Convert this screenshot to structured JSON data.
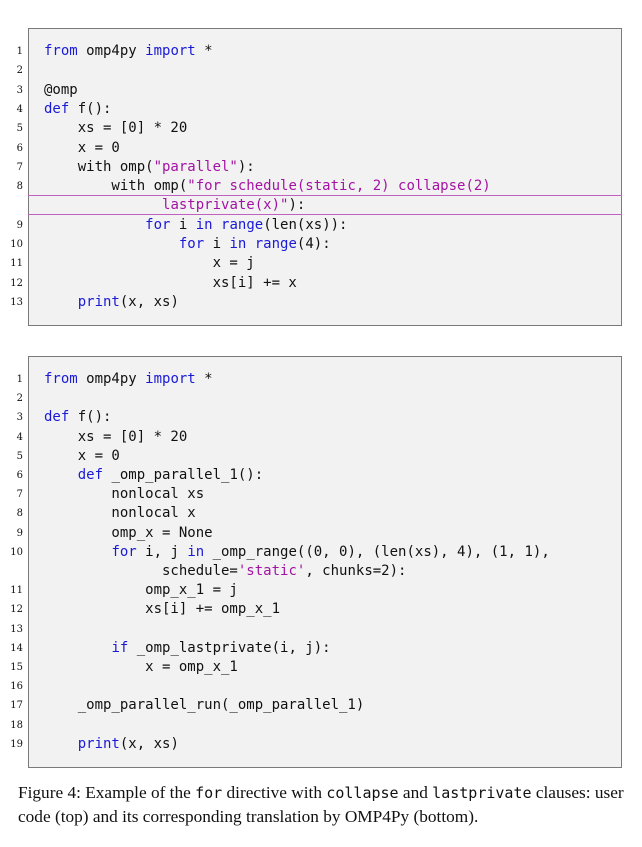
{
  "top_listing": {
    "lines": [
      {
        "n": "1",
        "code": [
          {
            "t": "from",
            "c": "kw"
          },
          {
            "t": " omp4py "
          },
          {
            "t": "import",
            "c": "kw"
          },
          {
            "t": " *"
          }
        ]
      },
      {
        "n": "2",
        "code": []
      },
      {
        "n": "3",
        "code": [
          {
            "t": "@omp"
          }
        ]
      },
      {
        "n": "4",
        "code": [
          {
            "t": "def",
            "c": "kw"
          },
          {
            "t": " f():"
          }
        ]
      },
      {
        "n": "5",
        "code": [
          {
            "t": "    xs = [0] * 20"
          }
        ]
      },
      {
        "n": "6",
        "code": [
          {
            "t": "    x = 0"
          }
        ]
      },
      {
        "n": "7",
        "code": [
          {
            "t": "    with omp("
          },
          {
            "t": "\"parallel\"",
            "c": "str"
          },
          {
            "t": "):"
          }
        ]
      },
      {
        "n": "8",
        "code": [
          {
            "t": "        with omp("
          },
          {
            "t": "\"for schedule(static, 2) collapse(2)",
            "c": "str"
          }
        ]
      },
      {
        "n": "",
        "code": [
          {
            "t": "              "
          },
          {
            "t": "lastprivate(x)\"",
            "c": "str"
          },
          {
            "t": "):"
          }
        ]
      },
      {
        "n": "9",
        "code": [
          {
            "t": "            "
          },
          {
            "t": "for",
            "c": "kw"
          },
          {
            "t": " i "
          },
          {
            "t": "in",
            "c": "kw"
          },
          {
            "t": " "
          },
          {
            "t": "range",
            "c": "kw"
          },
          {
            "t": "(len(xs)):"
          }
        ]
      },
      {
        "n": "10",
        "code": [
          {
            "t": "                "
          },
          {
            "t": "for",
            "c": "kw"
          },
          {
            "t": " i "
          },
          {
            "t": "in",
            "c": "kw"
          },
          {
            "t": " "
          },
          {
            "t": "range",
            "c": "kw"
          },
          {
            "t": "(4):"
          }
        ]
      },
      {
        "n": "11",
        "code": [
          {
            "t": "                    x = j"
          }
        ]
      },
      {
        "n": "12",
        "code": [
          {
            "t": "                    xs[i] += x"
          }
        ]
      },
      {
        "n": "13",
        "code": [
          {
            "t": "    "
          },
          {
            "t": "print",
            "c": "kw"
          },
          {
            "t": "(x, xs)"
          }
        ]
      }
    ]
  },
  "bottom_listing": {
    "lines": [
      {
        "n": "1",
        "code": [
          {
            "t": "from",
            "c": "kw"
          },
          {
            "t": " omp4py "
          },
          {
            "t": "import",
            "c": "kw"
          },
          {
            "t": " *"
          }
        ]
      },
      {
        "n": "2",
        "code": []
      },
      {
        "n": "3",
        "code": [
          {
            "t": "def",
            "c": "kw"
          },
          {
            "t": " f():"
          }
        ]
      },
      {
        "n": "4",
        "code": [
          {
            "t": "    xs = [0] * 20"
          }
        ]
      },
      {
        "n": "5",
        "code": [
          {
            "t": "    x = 0"
          }
        ]
      },
      {
        "n": "6",
        "code": [
          {
            "t": "    "
          },
          {
            "t": "def",
            "c": "kw"
          },
          {
            "t": " _omp_parallel_1():"
          }
        ]
      },
      {
        "n": "7",
        "code": [
          {
            "t": "        nonlocal xs"
          }
        ]
      },
      {
        "n": "8",
        "code": [
          {
            "t": "        nonlocal x"
          }
        ]
      },
      {
        "n": "9",
        "code": [
          {
            "t": "        omp_x = None"
          }
        ]
      },
      {
        "n": "10",
        "code": [
          {
            "t": "        "
          },
          {
            "t": "for",
            "c": "kw"
          },
          {
            "t": " i, j "
          },
          {
            "t": "in",
            "c": "kw"
          },
          {
            "t": " _omp_range((0, 0), (len(xs), 4), (1, 1),"
          }
        ]
      },
      {
        "n": "",
        "code": [
          {
            "t": "              schedule="
          },
          {
            "t": "'static'",
            "c": "str"
          },
          {
            "t": ", chunks=2):"
          }
        ]
      },
      {
        "n": "11",
        "code": [
          {
            "t": "            omp_x_1 = j"
          }
        ]
      },
      {
        "n": "12",
        "code": [
          {
            "t": "            xs[i] += omp_x_1"
          }
        ]
      },
      {
        "n": "13",
        "code": []
      },
      {
        "n": "14",
        "code": [
          {
            "t": "        "
          },
          {
            "t": "if",
            "c": "kw"
          },
          {
            "t": " _omp_lastprivate(i, j):"
          }
        ]
      },
      {
        "n": "15",
        "code": [
          {
            "t": "            x = omp_x_1"
          }
        ]
      },
      {
        "n": "16",
        "code": []
      },
      {
        "n": "17",
        "code": [
          {
            "t": "    _omp_parallel_run(_omp_parallel_1)"
          }
        ]
      },
      {
        "n": "18",
        "code": []
      },
      {
        "n": "19",
        "code": [
          {
            "t": "    "
          },
          {
            "t": "print",
            "c": "kw"
          },
          {
            "t": "(x, xs)"
          }
        ]
      }
    ]
  },
  "colors": {
    "keyword": "#1a1ad6",
    "string": "#a313a3",
    "background": "#f2f2f2",
    "border": "#7a7a7a"
  },
  "caption": {
    "prefix": "Figure 4: Example of the ",
    "code1": "for",
    "mid1": " directive with ",
    "code2": "collapse",
    "mid2": " and ",
    "code3": "lastprivate",
    "suffix": " clauses: user code (top) and its corresponding translation by OMP4Py (bottom)."
  }
}
